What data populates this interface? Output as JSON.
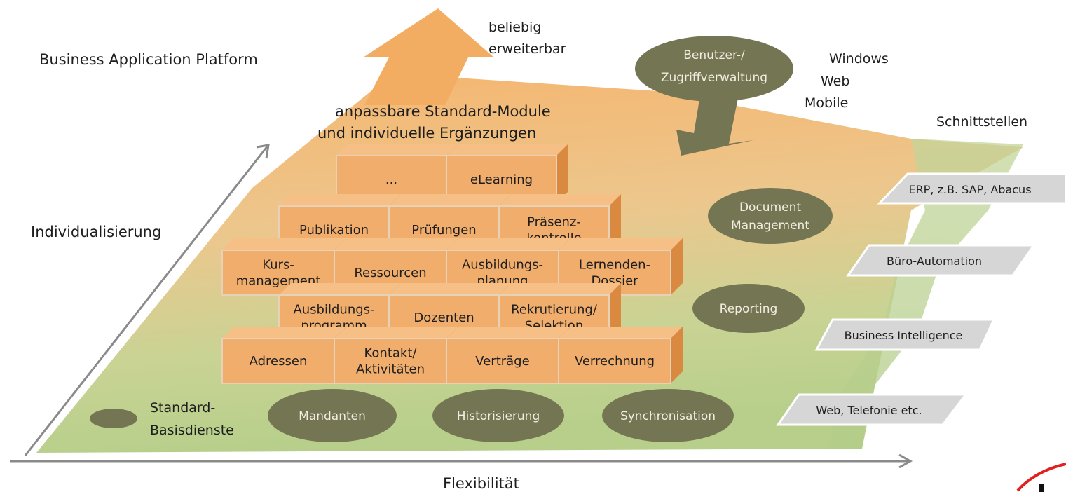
{
  "title": "Business Application Platform",
  "axes": {
    "vertical_label": "Individualisierung",
    "horizontal_label": "Flexibilität"
  },
  "top_arrow_label": [
    "beliebig",
    "erweiterbar"
  ],
  "access_management": [
    "Benutzer-/",
    "Zugriffverwaltung"
  ],
  "platforms": [
    "Windows",
    "Web",
    "Mobile"
  ],
  "modules_heading": [
    "anpassbare Standard-Module",
    "und individuelle Ergänzungen"
  ],
  "bricks": [
    [
      "...",
      "eLearning"
    ],
    [
      "Publikation",
      "Prüfungen",
      "Präsenz-\nkontrolle"
    ],
    [
      "Kurs-\nmanagement",
      "Ressourcen",
      "Ausbildungs-\nplanung",
      "Lernenden-\nDossier"
    ],
    [
      "Ausbildungs-\nprogramm",
      "Dozenten",
      "Rekrutierung/\nSelektion"
    ],
    [
      "Adressen",
      "Kontakt/\nAktivitäten",
      "Verträge",
      "Verrechnung"
    ]
  ],
  "side_services": [
    "Document\nManagement",
    "Reporting"
  ],
  "base_services": {
    "legend": [
      "Standard-",
      "Basisdienste"
    ],
    "items": [
      "Mandanten",
      "Historisierung",
      "Synchronisation"
    ]
  },
  "interfaces": {
    "heading": "Schnittstellen",
    "items": [
      "ERP, z.B. SAP, Abacus",
      "Büro-Automation",
      "Business Intelligence",
      "Web, Telefonie etc."
    ]
  },
  "colors": {
    "orange_top": "#f5b06a",
    "green_bottom": "#b9d08e",
    "brick_face": "#f0ad6c",
    "brick_side": "#d98a40",
    "oval": "#7b7c5a",
    "interface_fill": "#d8d8d8",
    "axis": "#888888",
    "logo_red": "#e2201e"
  }
}
